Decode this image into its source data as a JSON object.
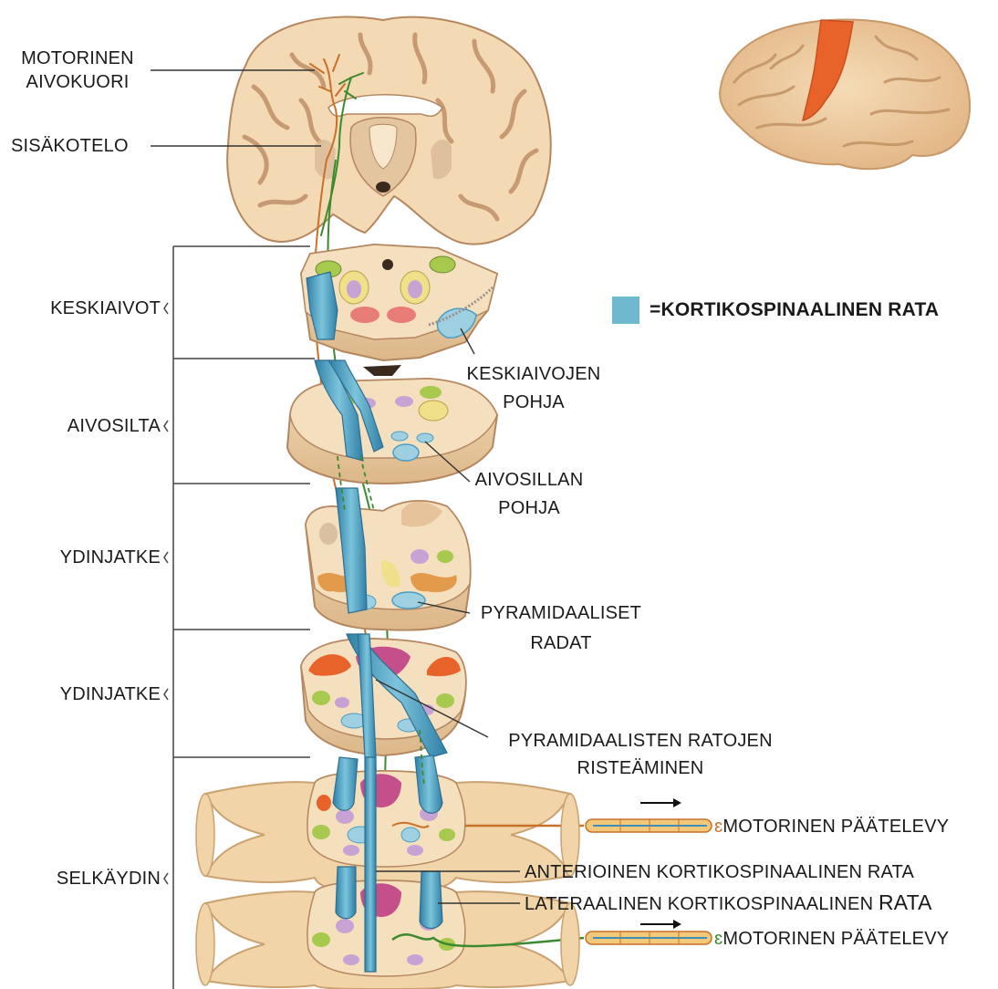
{
  "labels": {
    "motor_cortex_1": "MOTORINEN",
    "motor_cortex_2": "AIVOKUORI",
    "internal_capsule": "SISÄKOTELO",
    "midbrain": "KESKIAIVOT",
    "pons": "AIVOSILTA",
    "medulla_1": "YDINJATKE",
    "medulla_2": "YDINJATKE",
    "spinal_cord": "SELKÄYDIN",
    "cerebral_peduncle_1": "KESKIAIVOJEN",
    "cerebral_peduncle_2": "POHJA",
    "basilar_pons_1": "AIVOSILLAN",
    "basilar_pons_2": "POHJA",
    "pyramids_1": "PYRAMIDAALISET",
    "pyramids_2": "RADAT",
    "decussation_1": "PYRAMIDAALISTEN RATOJEN",
    "decussation_2": "RISTEÄMINEN",
    "end_plate_1": "MOTORINEN PÄÄTELEVY",
    "anterior_tract": "ANTERIOINEN KORTIKOSPINAALINEN RATA",
    "lateral_tract_a": "LATERAALINEN KORTIKOSPINAALINEN ",
    "lateral_tract_b": "RATA",
    "end_plate_2": "MOTORINEN PÄÄTELEVY"
  },
  "legend": {
    "text": "=KORTIKOSPINAALINEN RATA",
    "swatch_color": "#6fb9cf"
  },
  "colors": {
    "tract_blue": "#4a9ec4",
    "tract_blue_light": "#8ccbe0",
    "tissue": "#f2dcb8",
    "tissue_dark": "#e7c697",
    "gray_matter": "#e9c9a0",
    "cortex_fold": "#c9a47a",
    "nerve_orange": "#c9702a",
    "nerve_green": "#3c8a2e",
    "motor_strip": "#e8632a",
    "leader_line": "#333333"
  }
}
